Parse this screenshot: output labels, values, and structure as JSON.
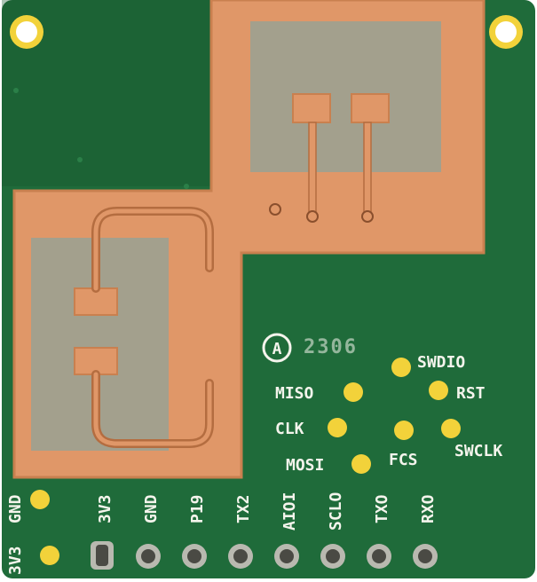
{
  "board": {
    "colors": {
      "soldermask": "#1f6b3a",
      "soldermask_dark": "#17552d",
      "copper": "#e09768",
      "copper_edge": "#c9804f",
      "antenna": "#a3a08d",
      "pad_gold": "#f2d23a",
      "silkscreen": "#f4f4ec",
      "background": "#ffffff"
    },
    "marking": {
      "logo": "A",
      "code": "2306"
    },
    "test_pads": [
      {
        "label": "SWDIO"
      },
      {
        "label": "MISO"
      },
      {
        "label": "RST"
      },
      {
        "label": "CLK"
      },
      {
        "label": "FCS"
      },
      {
        "label": "SWCLK"
      },
      {
        "label": "MOSI"
      }
    ],
    "side_pins": [
      {
        "label": "GND"
      },
      {
        "label": "3V3"
      }
    ],
    "header_pins": [
      {
        "label": "3V3"
      },
      {
        "label": "GND"
      },
      {
        "label": "P19"
      },
      {
        "label": "TX2"
      },
      {
        "label": "AIOI"
      },
      {
        "label": "SCLO"
      },
      {
        "label": "TXO"
      },
      {
        "label": "RXO"
      }
    ]
  }
}
